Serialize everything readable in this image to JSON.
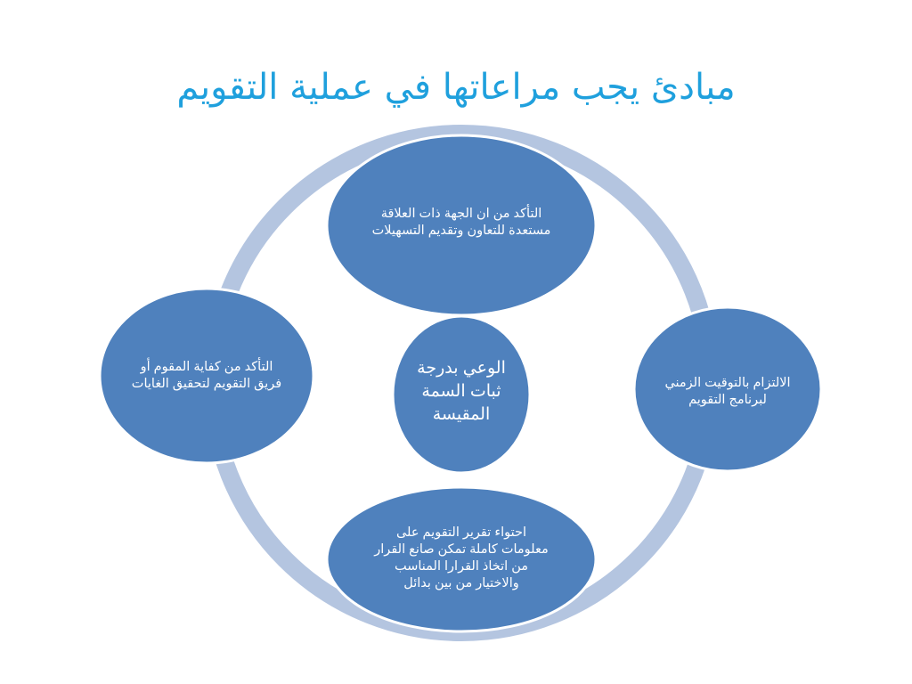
{
  "slide": {
    "title": "مبادئ يجب مراعاتها في عملية التقويم"
  },
  "diagram": {
    "center": "الوعي بدرجة ثبات السمة المقيسة",
    "nodes": {
      "top": "التأكد من ان الجهة ذات العلاقة مستعدة للتعاون وتقديم التسهيلات",
      "right": "الالتزام بالتوقيت الزمني لبرنامج التقويم",
      "bottom": "احتواء تقرير التقويم على معلومات كاملة تمكن صانع القرار من اتخاذ القرارا المناسب والاختيار من بين بدائل",
      "left": "التأكد من كفاية المقوم أو فريق التقويم لتحقيق الغايات"
    },
    "colors": {
      "node_fill": "#4f81bd",
      "node_stroke": "#ffffff",
      "ring": "#b4c5e0",
      "title": "#1fa0dd",
      "text": "#ffffff"
    }
  }
}
